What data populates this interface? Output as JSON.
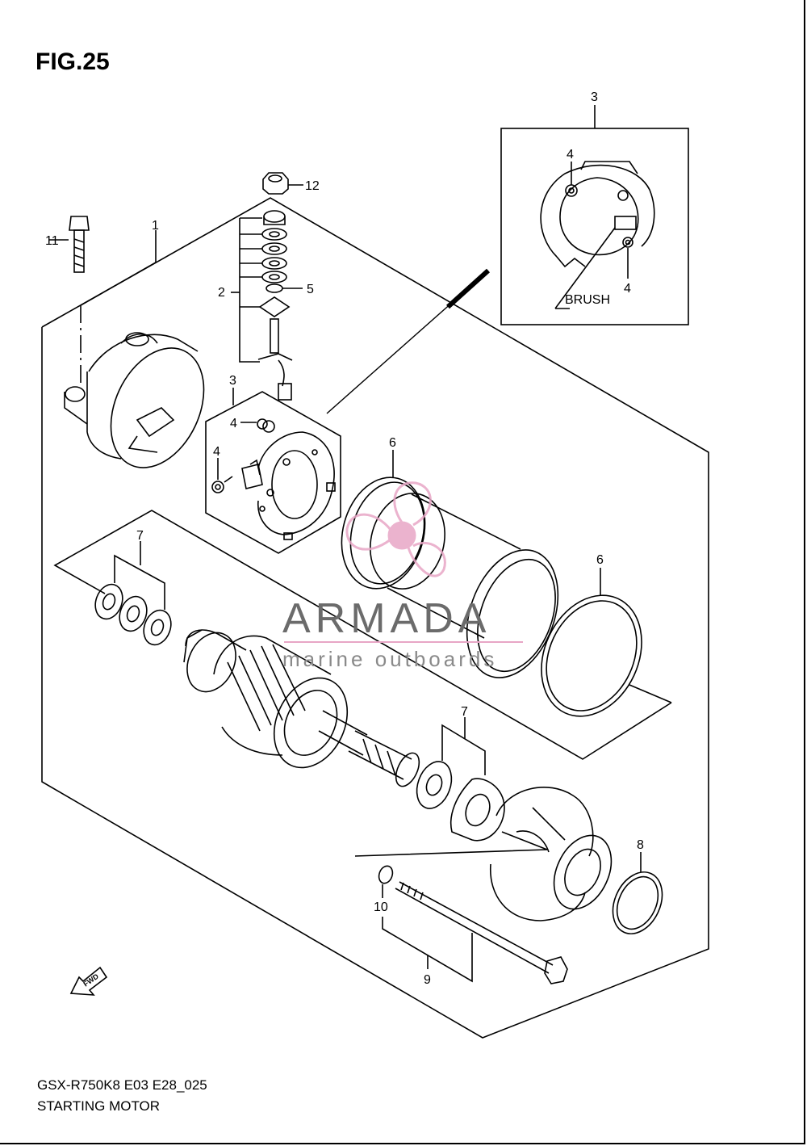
{
  "figure": {
    "title": "FIG.25",
    "code": "GSX-R750K8 E03 E28_025",
    "name": "STARTING MOTOR"
  },
  "inset": {
    "brush_label": "BRUSH"
  },
  "callouts": {
    "c1": "1",
    "c2": "2",
    "c3_top": "3",
    "c3_mid": "3",
    "c4_a": "4",
    "c4_b": "4",
    "c4_c": "4",
    "c4_d": "4",
    "c5": "5",
    "c6_a": "6",
    "c6_b": "6",
    "c7_a": "7",
    "c7_b": "7",
    "c8": "8",
    "c9": "9",
    "c10": "10",
    "c11": "11",
    "c12": "12"
  },
  "fwd_label": "FWD",
  "watermark": {
    "brand": "ARMADA",
    "tagline": "marine outboards",
    "brand_color": "#e8a6c6"
  }
}
